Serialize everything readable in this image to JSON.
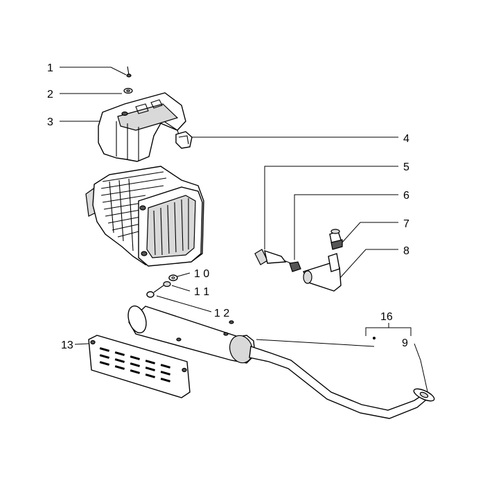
{
  "callouts": [
    {
      "id": "1",
      "label": "1"
    },
    {
      "id": "2",
      "label": "2"
    },
    {
      "id": "3",
      "label": "3"
    },
    {
      "id": "4",
      "label": "4"
    },
    {
      "id": "5",
      "label": "5"
    },
    {
      "id": "6",
      "label": "6"
    },
    {
      "id": "7",
      "label": "7"
    },
    {
      "id": "8",
      "label": "8"
    },
    {
      "id": "10",
      "label": "1 0"
    },
    {
      "id": "11",
      "label": "1 1"
    },
    {
      "id": "12",
      "label": "1 2"
    },
    {
      "id": "13",
      "label": "13"
    },
    {
      "id": "16",
      "label": "16"
    },
    {
      "id": "9",
      "label": "9"
    }
  ]
}
